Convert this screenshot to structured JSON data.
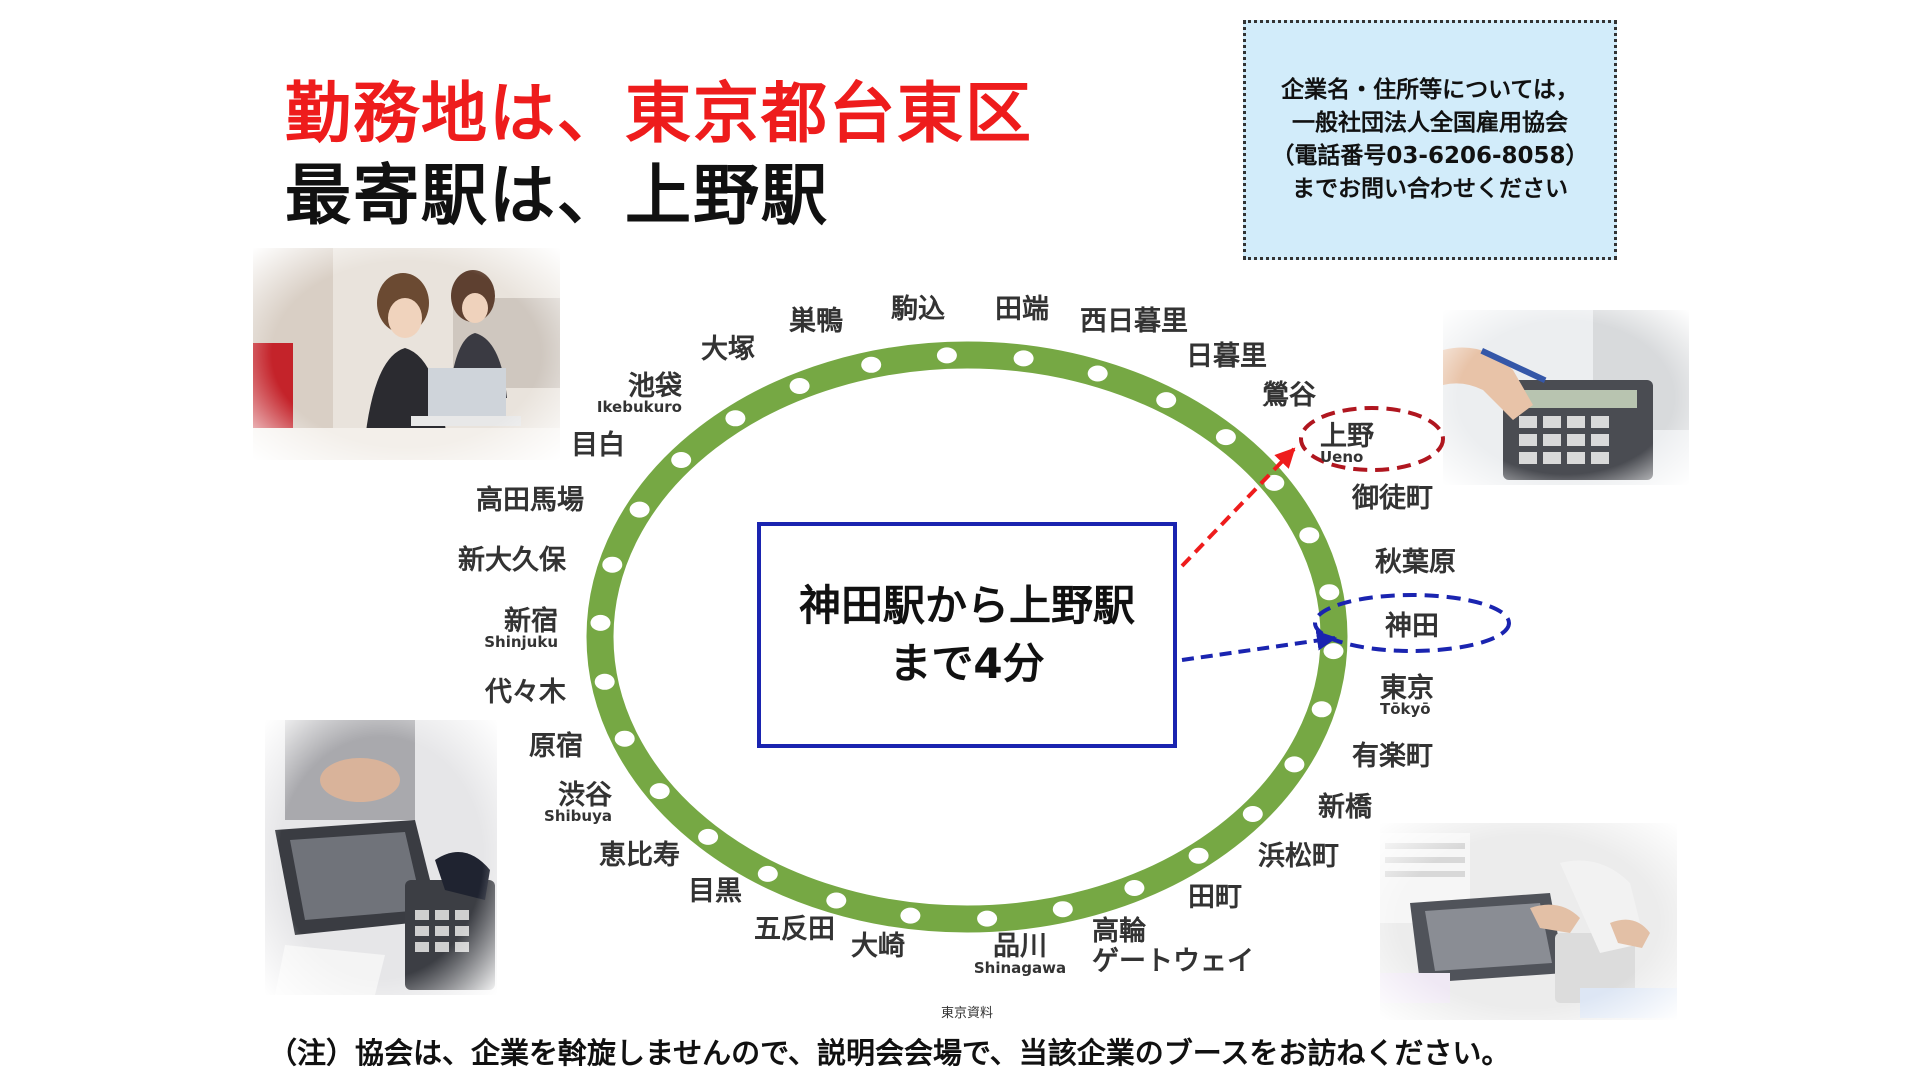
{
  "headline": {
    "line1": "勤務地は、東京都台東区",
    "line2": "最寄駅は、上野駅"
  },
  "contact": {
    "lines": [
      "企業名・住所等については，",
      "一般社団法人全国雇用協会",
      "（電話番号03-6206-8058）",
      "までお問い合わせください"
    ]
  },
  "center_box": {
    "line1": "神田駅から上野駅",
    "line2": "まで4分"
  },
  "stations": {
    "komagome": "駒込",
    "tabata": "田端",
    "nishinippori": "西日暮里",
    "nippori": "日暮里",
    "uguisudani": "鶯谷",
    "ueno": "上野",
    "ueno_en": "Ueno",
    "okachimachi": "御徒町",
    "akihabara": "秋葉原",
    "kanda": "神田",
    "tokyo": "東京",
    "tokyo_en": "Tōkyō",
    "yurakucho": "有楽町",
    "shimbashi": "新橋",
    "hamamatsucho": "浜松町",
    "tamachi": "田町",
    "takanawa_1": "高輪",
    "takanawa_2": "ゲートウェイ",
    "shinagawa": "品川",
    "shinagawa_en": "Shinagawa",
    "osaki": "大崎",
    "gotanda": "五反田",
    "meguro": "目黒",
    "ebisu": "恵比寿",
    "shibuya": "渋谷",
    "shibuya_en": "Shibuya",
    "harajuku": "原宿",
    "yoyogi": "代々木",
    "shinjuku": "新宿",
    "shinjuku_en": "Shinjuku",
    "shinokubo": "新大久保",
    "takadanobaba": "高田馬場",
    "mejiro": "目白",
    "ikebukuro": "池袋",
    "ikebukuro_en": "Ikebukuro",
    "otsuka": "大塚",
    "sugamo": "巣鴨"
  },
  "credit": "東京資料",
  "note": "（注）協会は、企業を斡旋しませんので、説明会会場で、当該企業のブースをお訪ねください。",
  "colors": {
    "headline_red": "#ee1c1c",
    "loop_green": "#76a844",
    "ueno_highlight": "#b0161f",
    "kanda_highlight": "#1a24b0",
    "center_box_border": "#1a24b0",
    "contact_background": "#d2ecfa"
  },
  "photos": [
    "office-workers-laptop-photo",
    "calculator-hands-photo",
    "laptop-calculator-desk-photo",
    "paperwork-calculator-photo"
  ]
}
